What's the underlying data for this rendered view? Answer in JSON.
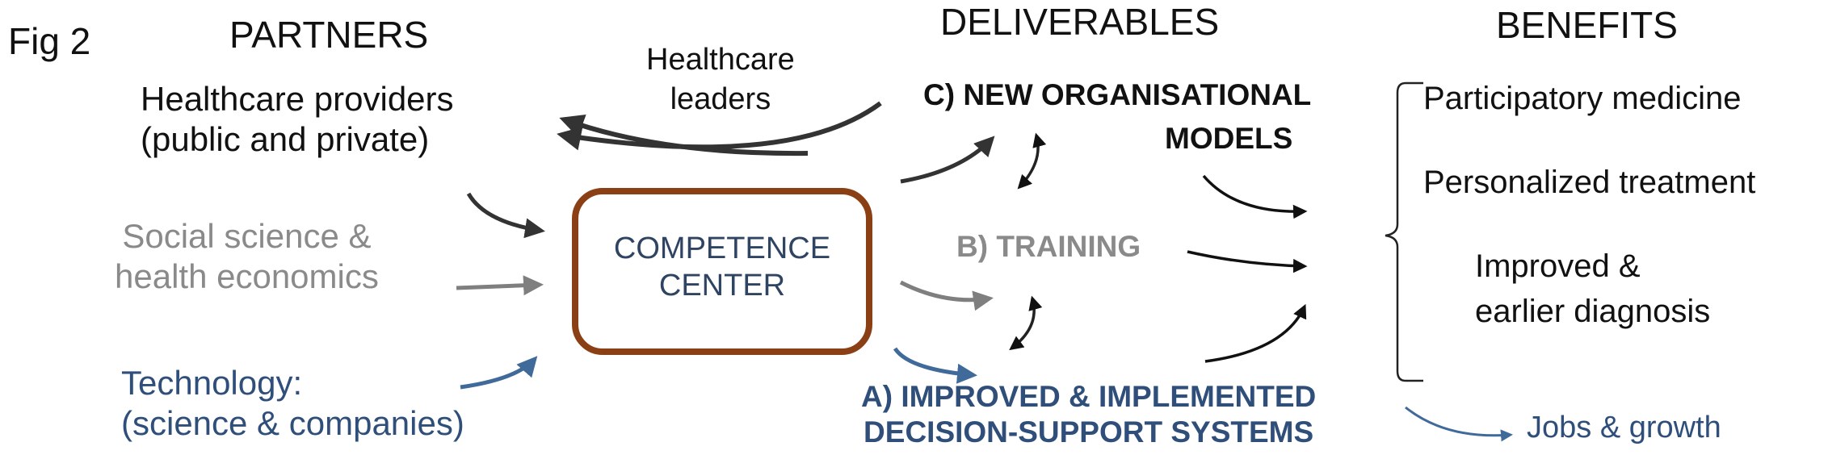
{
  "figure_label": "Fig 2",
  "headings": {
    "partners": "PARTNERS",
    "deliverables": "DELIVERABLES",
    "benefits": "BENEFITS"
  },
  "partners": {
    "healthcare_providers": "Healthcare providers\n(public and private)",
    "social_science": "Social science &\nhealth economics",
    "technology": "Technology:\n(science & companies)"
  },
  "feedback_label": "Healthcare\nleaders",
  "competence_center": "COMPETENCE\nCENTER",
  "deliverables": {
    "c_models_line1": "C) NEW ORGANISATIONAL",
    "c_models_line2": "MODELS",
    "b_training": "B) TRAINING",
    "a_systems": "A) IMPROVED & IMPLEMENTED\nDECISION-SUPPORT SYSTEMS"
  },
  "benefits": {
    "participatory": "Participatory medicine",
    "personalized": "Personalized treatment",
    "diagnosis": "Improved &\nearlier diagnosis",
    "jobs": "Jobs & growth"
  },
  "colors": {
    "black_arrow": "#333333",
    "grey": "#7f7f7f",
    "blue": "#3f6a99",
    "box_border": "#8b3f14"
  }
}
